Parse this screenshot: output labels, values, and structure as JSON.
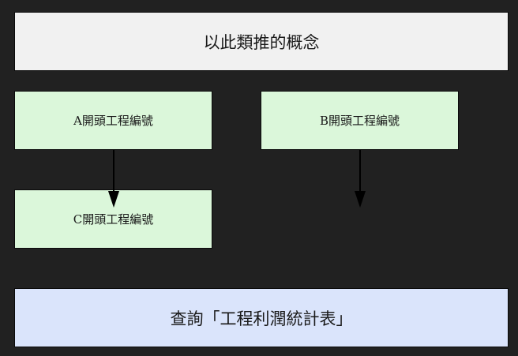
{
  "header": {
    "title": "以此類推的概念"
  },
  "nodes": {
    "a": "A開頭工程編號",
    "b": "B開頭工程編號",
    "c": "C開頭工程編號"
  },
  "footer": {
    "query": "查詢「工程利潤統計表」"
  },
  "colors": {
    "background": "#212121",
    "title_fill": "#f1f1f1",
    "node_fill": "#dbf7da",
    "query_fill": "#dae4fb",
    "arrow": "#000000"
  }
}
